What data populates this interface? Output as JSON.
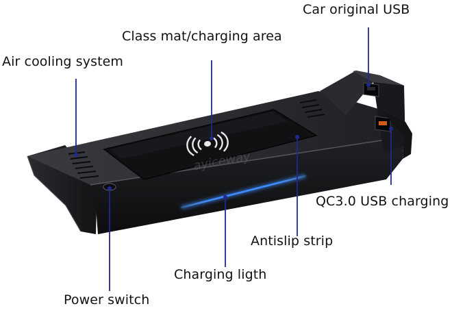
{
  "labels": {
    "car_usb": "Car original USB",
    "charging_area": "Class mat/charging area",
    "air_cooling": "Air cooling system",
    "qc_usb": "QC3.0 USB charging",
    "antislip": "Antislip strip",
    "charging_light": "Charging ligth",
    "power_switch": "Power switch"
  },
  "watermark": "ayiceway",
  "colors": {
    "callout": "#1f2a8f",
    "body_dark": "#1a1b1e",
    "body_top": "#2b2c30",
    "mat": "#121214",
    "light_strip": "#3d8bff"
  }
}
